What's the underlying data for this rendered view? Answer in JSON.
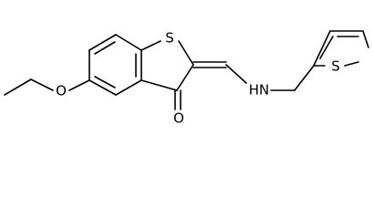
{
  "molecule": {
    "atoms": {
      "s_thiophene_fused": "S",
      "o_ketone": "O",
      "o_ether": "O",
      "nh": "HN",
      "s_thiophene_ring": "S"
    }
  }
}
